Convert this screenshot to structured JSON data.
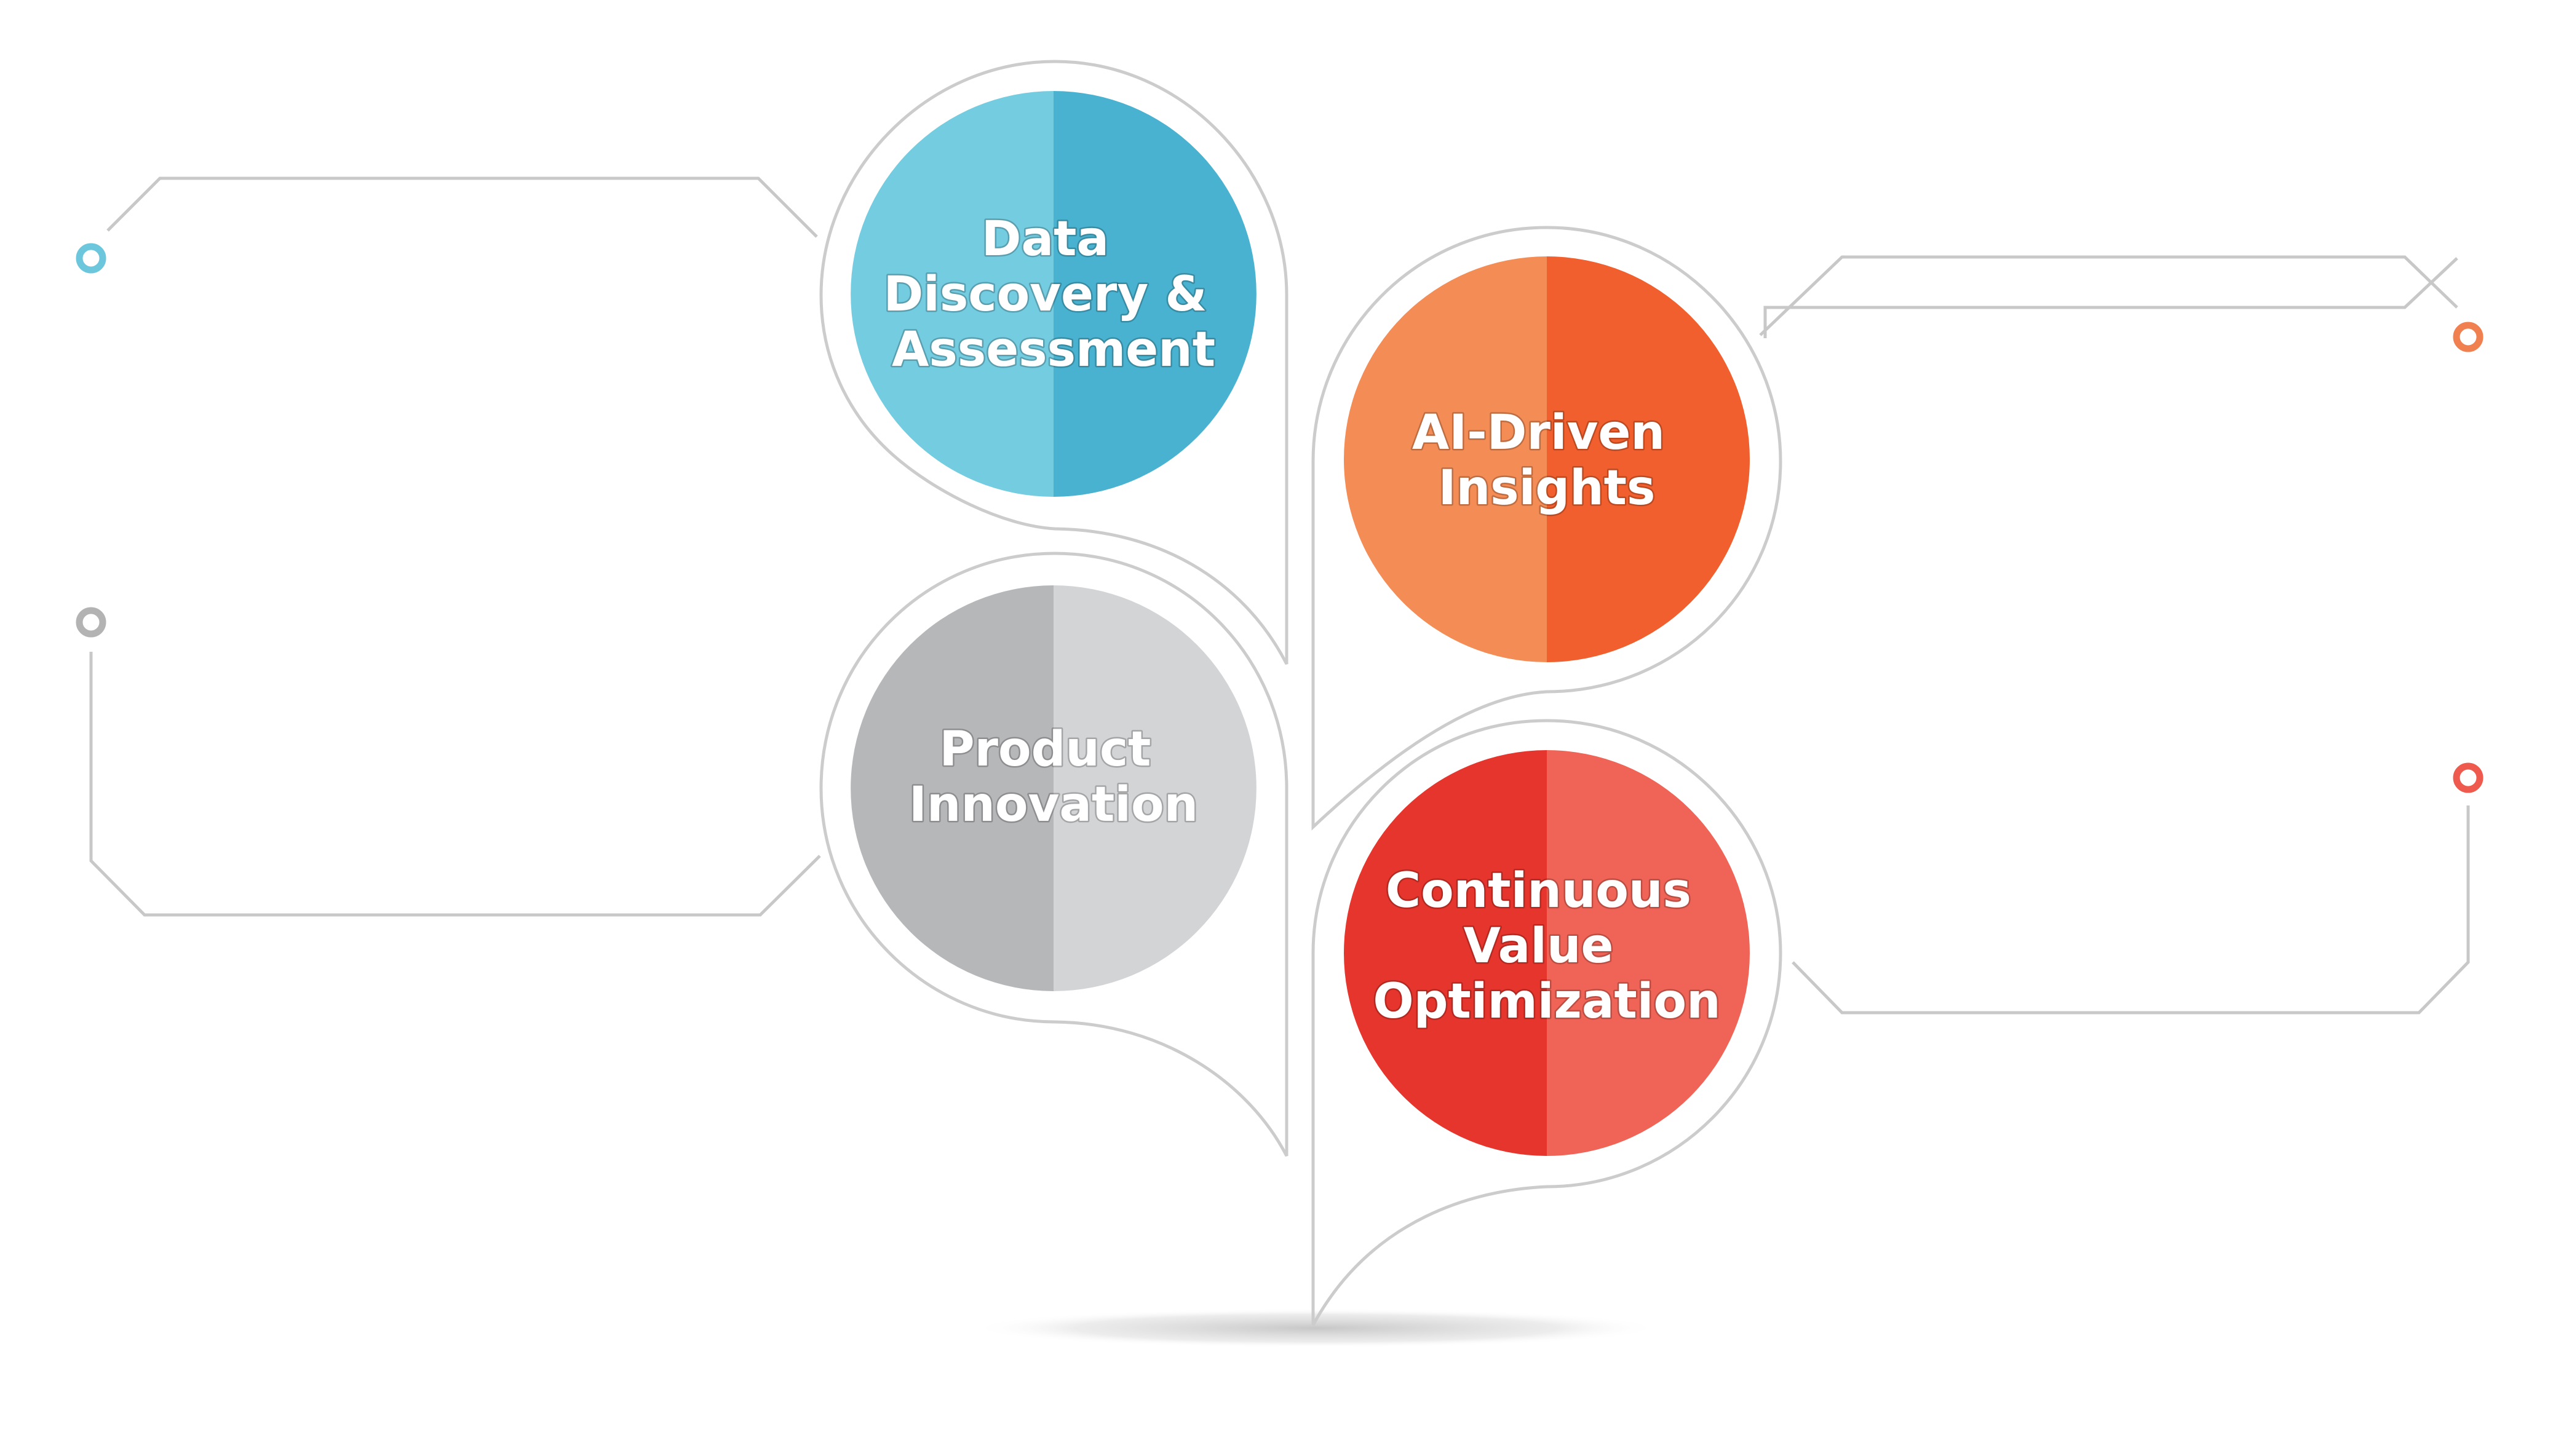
{
  "stages": [
    {
      "label_lines": [
        "Data",
        "Discovery &",
        "Assessment"
      ],
      "color_left": "#74CCE0",
      "color_right": "#49B2D0",
      "marker_color": "#6CC6DC"
    },
    {
      "label_lines": [
        "AI-Driven",
        "Insights"
      ],
      "color_left": "#F48C56",
      "color_right": "#F05F2D",
      "marker_color": "#F08050"
    },
    {
      "label_lines": [
        "Product",
        "Innovation"
      ],
      "color_left": "#B6B7B9",
      "color_right": "#D3D4D6",
      "marker_color": "#B3B3B3"
    },
    {
      "label_lines": [
        "Continuous",
        "Value",
        "Optimization"
      ],
      "color_left": "#E5352C",
      "color_right": "#F06457",
      "marker_color": "#EF5A4E"
    }
  ],
  "outline_color": "#CCCCCC",
  "connector_color": "#C8C8C8"
}
